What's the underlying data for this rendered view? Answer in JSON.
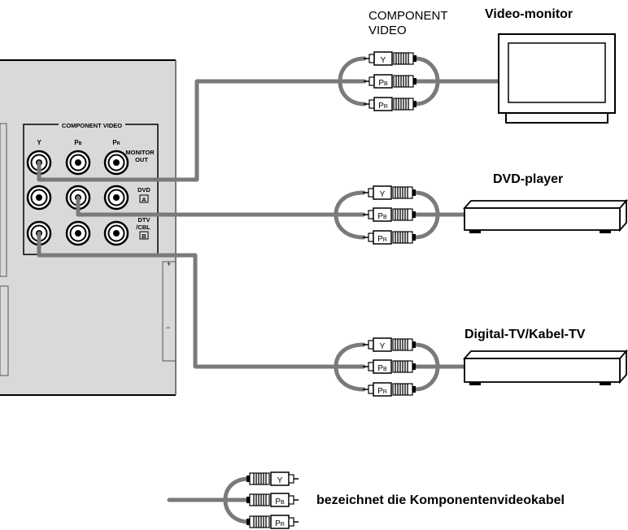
{
  "header": {
    "component_video_line1": "COMPONENT",
    "component_video_line2": "VIDEO"
  },
  "panel": {
    "title": "COMPONENT VIDEO",
    "col_y": "Y",
    "col_pb_main": "P",
    "col_pb_sub": "B",
    "col_pr_main": "P",
    "col_pr_sub": "R",
    "monitor_out_line1": "MONITOR",
    "monitor_out_line2": "OUT",
    "dvd_label": "DVD",
    "dvd_badge": "A",
    "dtv_line1": "DTV",
    "dtv_line2": "/CBL",
    "dtv_badge": "B",
    "side_plus": "+",
    "side_minus": "−"
  },
  "plug": {
    "y": "Y",
    "p_main": "P",
    "pb_sub": "B",
    "pr_sub": "R"
  },
  "devices": {
    "video_monitor": "Video-monitor",
    "dvd_player": "DVD-player",
    "digital_tv": "Digital-TV/Kabel-TV"
  },
  "legend": {
    "text": "bezeichnet die Komponentenvideokabel"
  },
  "colors": {
    "cable": "#7a7a7a",
    "panel": "#d9d9d9",
    "plug_fill": "#ffffff",
    "outline": "#000000"
  }
}
